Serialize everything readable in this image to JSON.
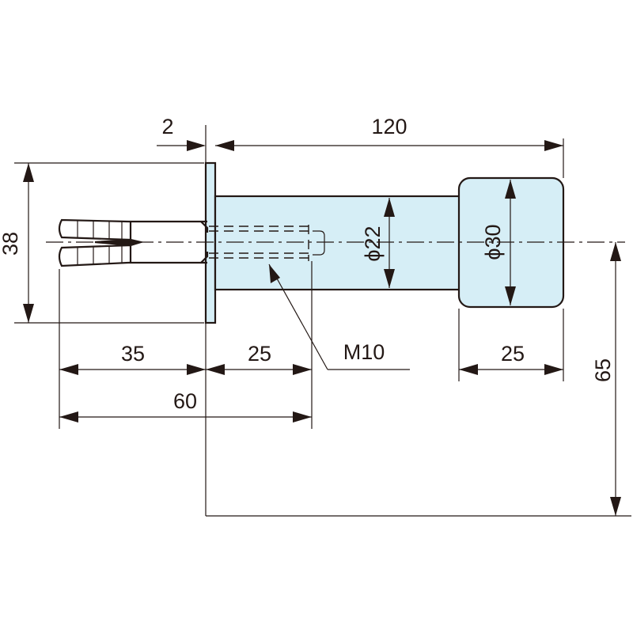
{
  "colors": {
    "line": "#231815",
    "part_fill": "#d6eef6",
    "background": "#ffffff"
  },
  "dimensions": {
    "flange_thickness": "2",
    "overall_length": "120",
    "flange_height": "38",
    "body_diameter": "ϕ22",
    "head_diameter": "ϕ30",
    "anchor_length": "35",
    "thread_depth": "25",
    "head_length": "25",
    "total_anchor_length": "60",
    "center_height": "65",
    "thread_size": "M10"
  }
}
